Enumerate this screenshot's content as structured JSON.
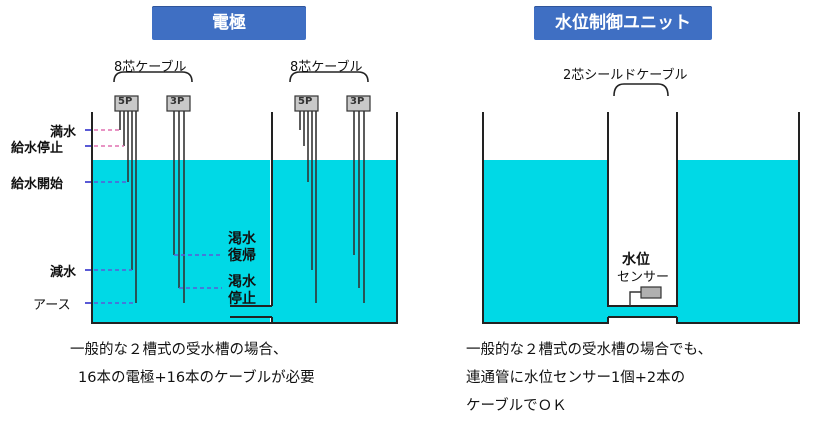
{
  "titles": {
    "electrode": "電極",
    "controller": "水位制御ユニット"
  },
  "left": {
    "cable_labels": [
      "8芯ケーブル",
      "8芯ケーブル"
    ],
    "connector_labels": [
      "5P",
      "3P",
      "5P",
      "3P"
    ],
    "levels": {
      "full": "満水",
      "stop": "給水停止",
      "start": "給水開始",
      "low": "減水",
      "earth": "アース"
    },
    "dry_return": [
      "渇水",
      "復帰"
    ],
    "dry_stop": [
      "渇水",
      "停止"
    ],
    "caption": [
      "一般的な２槽式の受水槽の場合、",
      "16本の電極+16本のケーブルが必要"
    ]
  },
  "right": {
    "cable_label": "2芯シールドケーブル",
    "sensor_label": [
      "水位",
      "センサー"
    ],
    "caption": [
      "一般的な２槽式の受水槽の場合でも、",
      "連通管に水位センサー1個+2本の",
      "ケーブルでＯＫ"
    ]
  },
  "colors": {
    "title_bg": "#3f6fc3",
    "water": "#00d9e6",
    "tank_line": "#222222",
    "marker": "#5a5ad6",
    "marker_pink": "#e070b0"
  }
}
